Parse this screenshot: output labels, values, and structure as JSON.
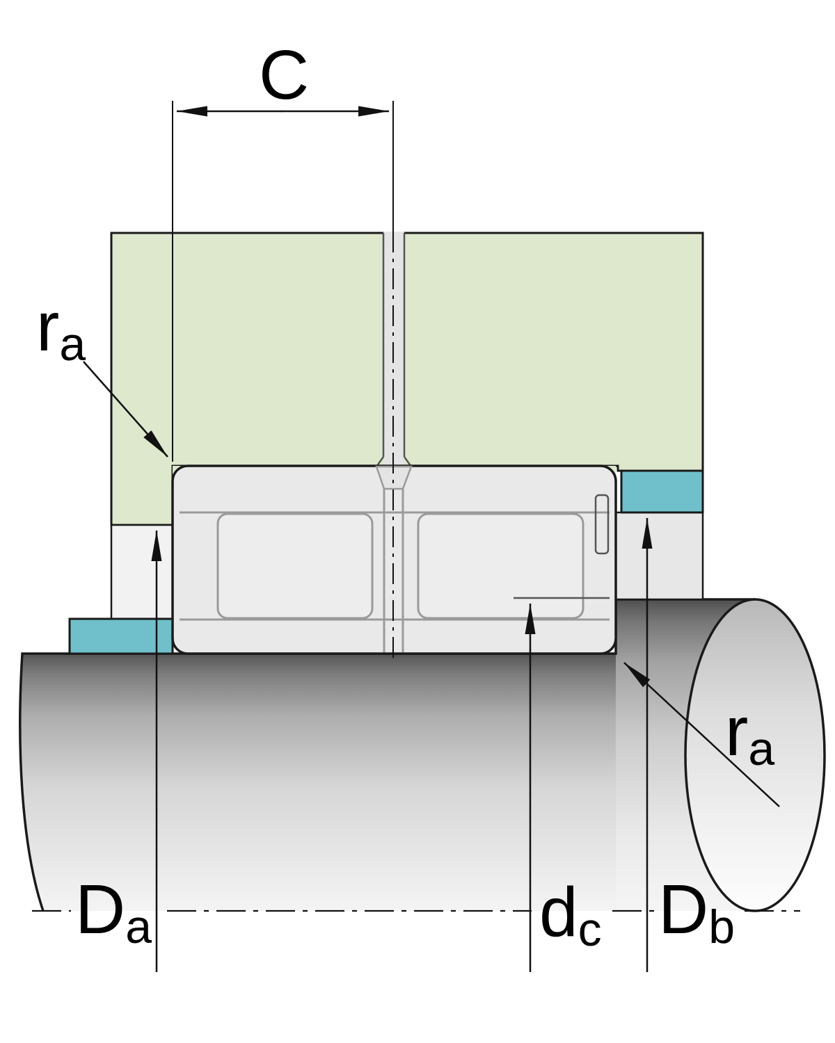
{
  "labels": {
    "width": "C",
    "fillet_top": {
      "base": "r",
      "sub": "a"
    },
    "fillet_bottom": {
      "base": "r",
      "sub": "a"
    },
    "dia_housing_abutment": {
      "base": "D",
      "sub": "a"
    },
    "dia_recess": {
      "base": "d",
      "sub": "c"
    },
    "dia_shaft_abutment": {
      "base": "D",
      "sub": "b"
    }
  },
  "colors": {
    "housing_green": "#dde8cc",
    "ring_teal": "#6fc0ca",
    "bearing_gray": "#e9e9e9",
    "line_dark": "#1a1a1a"
  }
}
